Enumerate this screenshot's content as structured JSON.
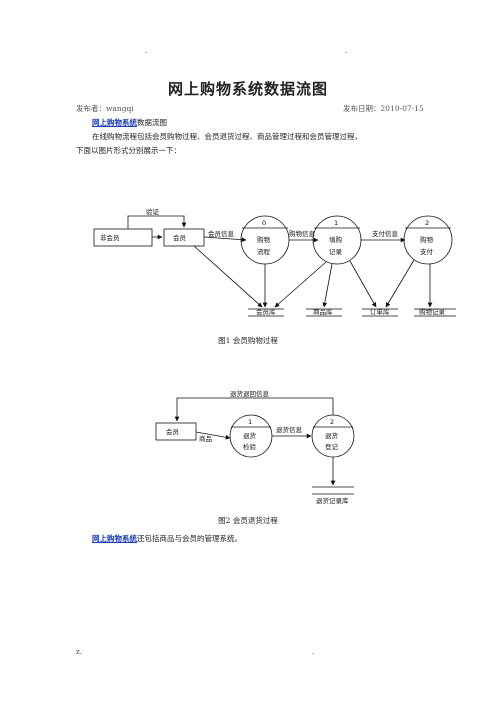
{
  "top_dots": [
    ".",
    "."
  ],
  "title": "网上购物系统数据流图",
  "meta": {
    "publisher": "发布者：wangqi",
    "date": "发布日期：2010-07-15"
  },
  "intro": {
    "link_text": "网上购物系统",
    "rest": "数据流图",
    "line1": "在线购物流程包括会员购物过程、会员退货过程、商品管理过程和会员管理过程，",
    "line2": "下面以图片形式分别展示一下："
  },
  "figure1": {
    "caption": "图1  会员购物过程",
    "entities": {
      "nonmember": "非会员",
      "member": "会员"
    },
    "flows": {
      "verify": "验证",
      "member_info": "会员信息",
      "purchase_info": "购物信息",
      "payment_info": "支付信息"
    },
    "processes": [
      {
        "num": "0",
        "line1": "购物",
        "line2": "流程"
      },
      {
        "num": "1",
        "line1": "填购",
        "line2": "记录"
      },
      {
        "num": "2",
        "line1": "购物",
        "line2": "支付"
      }
    ],
    "stores": {
      "members": "会员库",
      "goods": "商品库",
      "orders": "订单库",
      "records": "购物记录"
    }
  },
  "figure2": {
    "caption": "图2  会员退货过程",
    "entity": "会员",
    "flows": {
      "return_info": "退货退回信息",
      "goods": "商品",
      "return_msg": "退货信息"
    },
    "processes": [
      {
        "num": "1",
        "line1": "退货",
        "line2": "检验"
      },
      {
        "num": "2",
        "line1": "退货",
        "line2": "登记"
      }
    ],
    "store": "退货记录库"
  },
  "outro": {
    "link_text": "网上购物系统",
    "rest": "还包括商品与会员的管理系统。"
  },
  "footer": {
    "left": "z.",
    "right": "."
  }
}
